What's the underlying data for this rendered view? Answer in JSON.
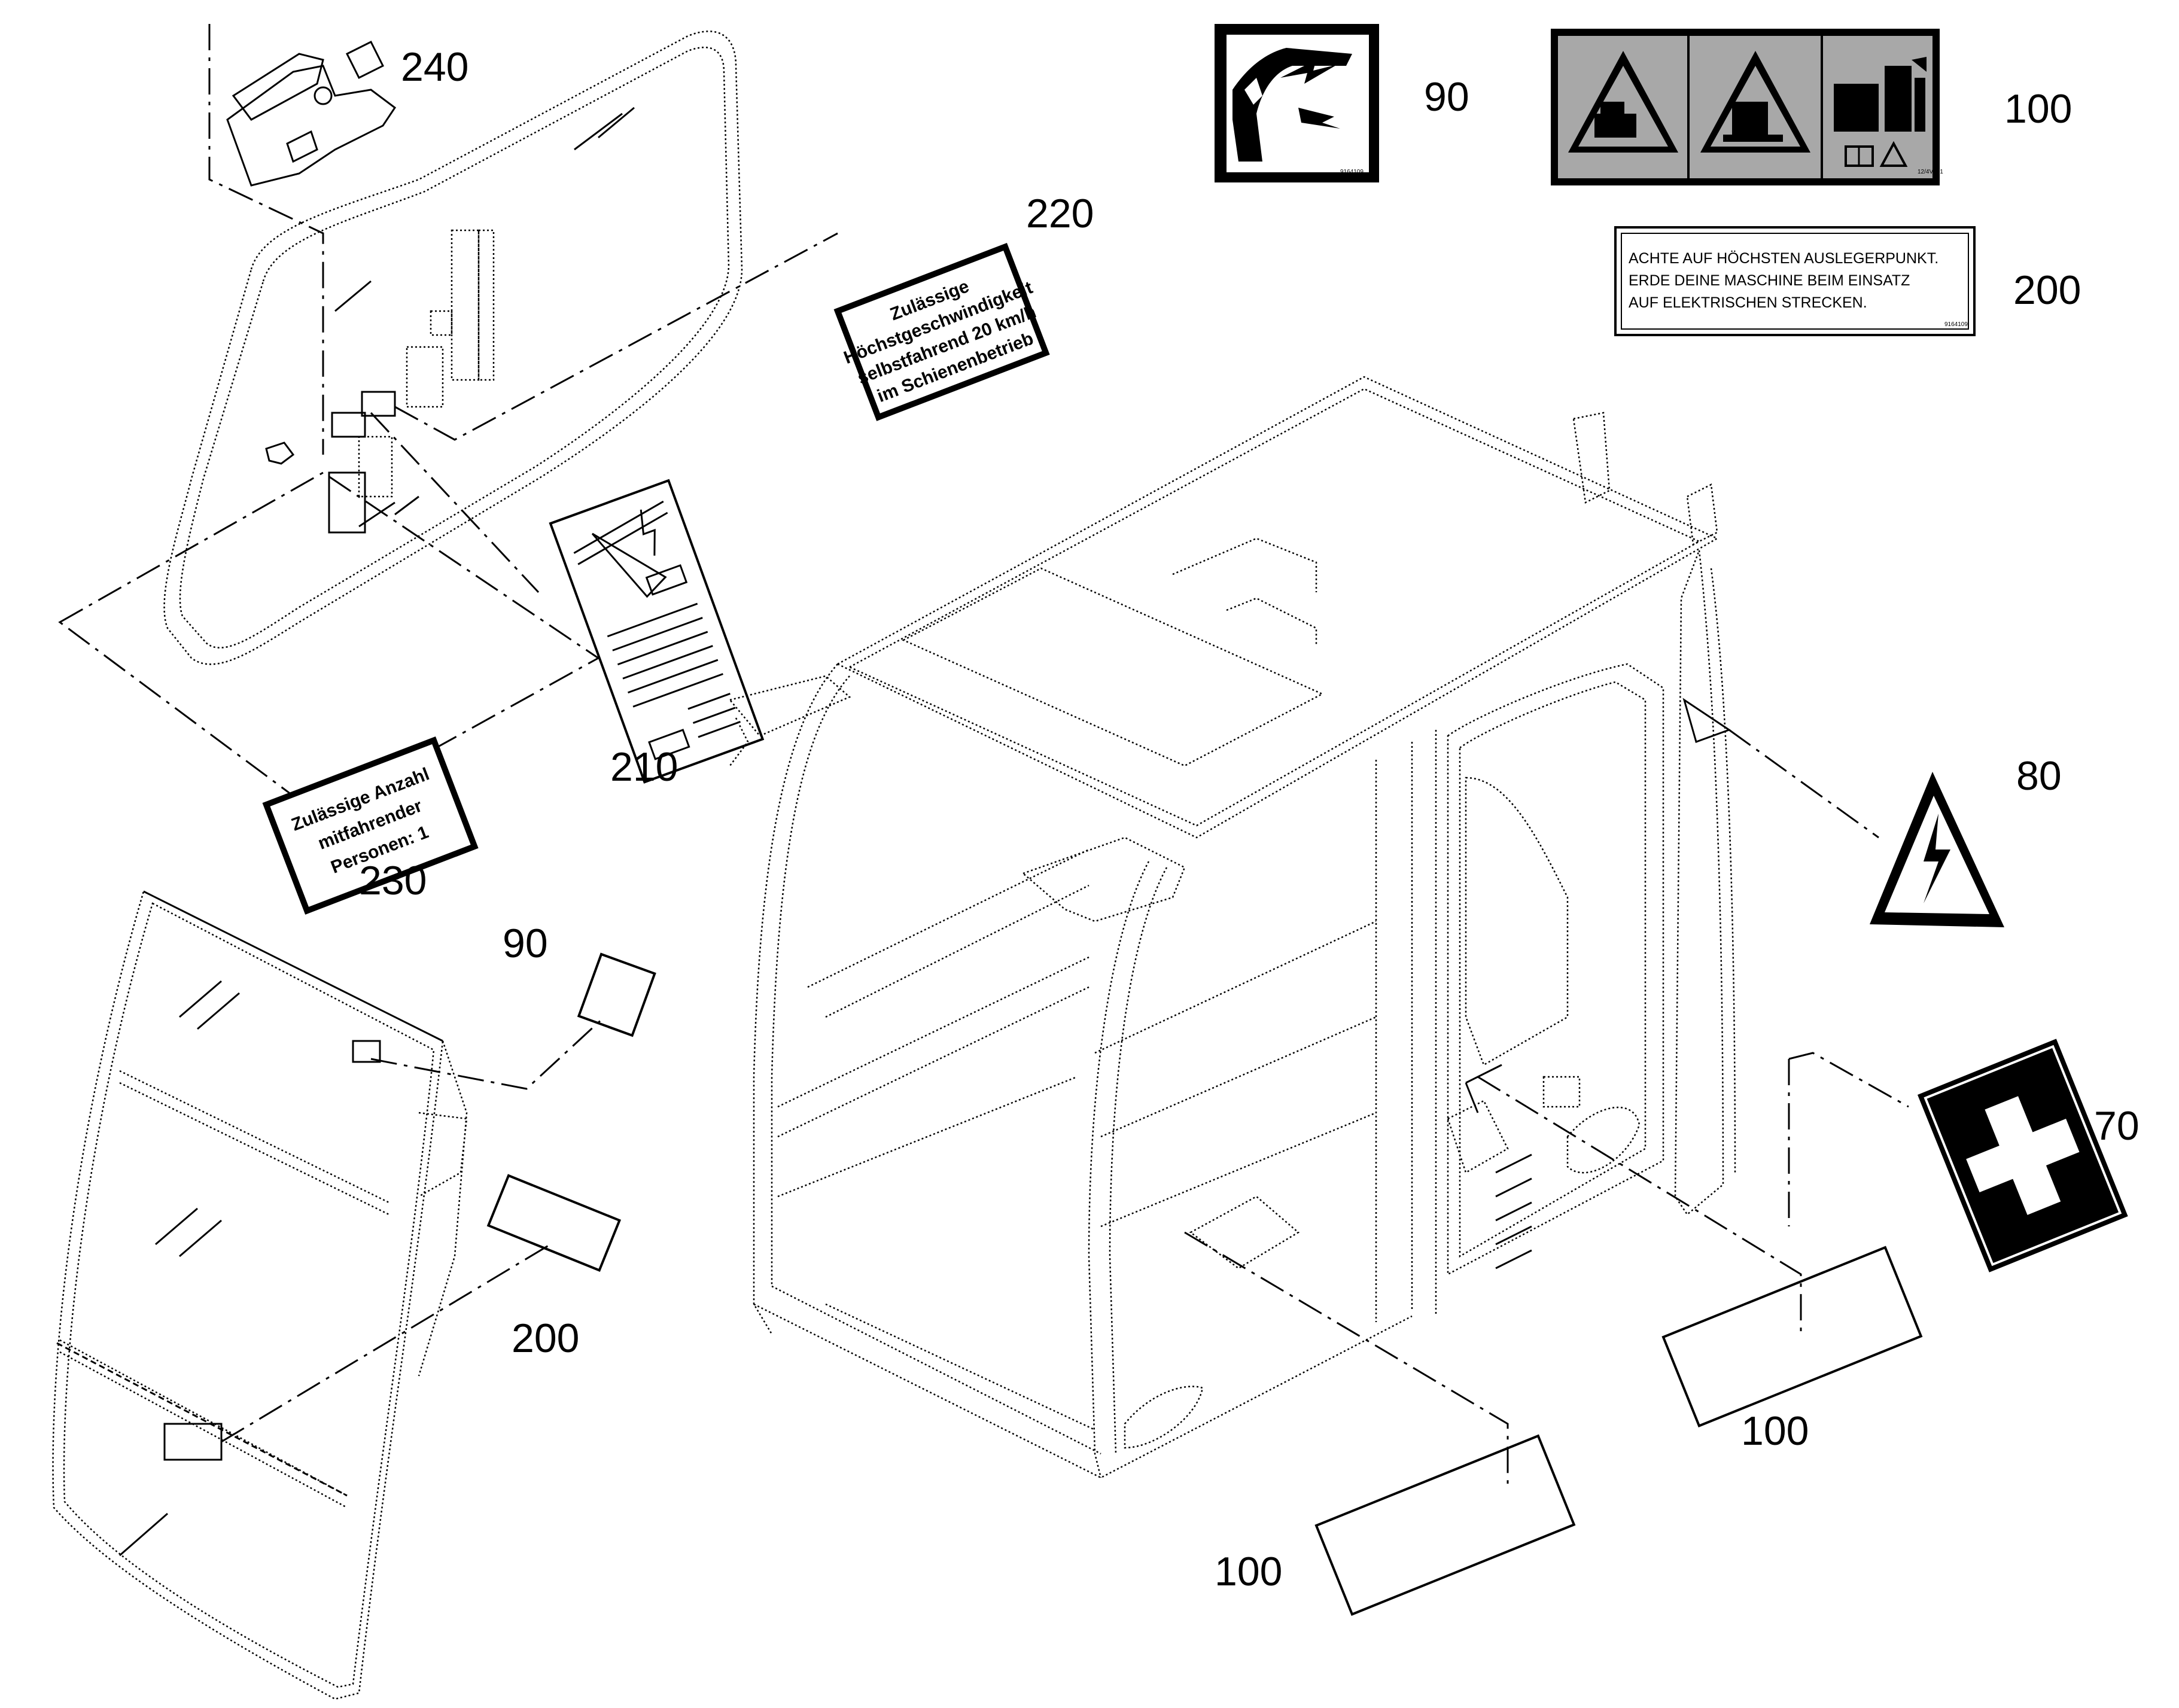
{
  "callouts": {
    "c240": "240",
    "c220": "220",
    "c210": "210",
    "c230": "230",
    "c90_top": "90",
    "c90_mid": "90",
    "c100_top": "100",
    "c200_top": "200",
    "c200_mid": "200",
    "c80": "80",
    "c70": "70",
    "c100_right": "100",
    "c100_bottom": "100"
  },
  "labels": {
    "speed_plate": {
      "line1": "Zulässige",
      "line2": "Höchstgeschwindigkeit",
      "line3": "selbstfahrend  20 km/h",
      "line4": "im Schienenbetrieb"
    },
    "persons_plate": {
      "line1": "Zulässige Anzahl",
      "line2": "mitfahrender",
      "line3": "Personen: 1"
    },
    "catenary_notice": {
      "line1": "ACHTE AUF HÖCHSTEN AUSLEGERPUNKT.",
      "line2": "ERDE DEINE MASCHINE BEIM EINSATZ",
      "line3": "AUF ELEKTRISCHEN STRECKEN.",
      "code": "9164109"
    },
    "safety_strip_code": "12/4V101",
    "window_decal_code": "9164109"
  },
  "colors": {
    "line": "#000000",
    "decal_gray": "#a8a8a8",
    "background": "#ffffff"
  },
  "icons": [
    "warning-triangle-icon",
    "lightning-icon",
    "first-aid-cross-icon",
    "book-icon",
    "train-icon"
  ]
}
